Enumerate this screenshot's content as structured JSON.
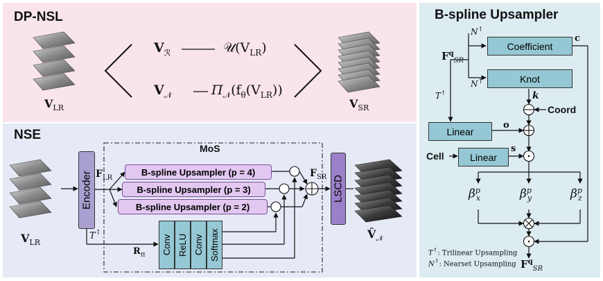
{
  "panels": {
    "dpnsl": "DP-NSL",
    "nse": "NSE",
    "bsp": "B-spline Upsampler",
    "mos": "MoS"
  },
  "dpnsl": {
    "eq_top_lhs": "V",
    "eq_top_lhs_sub": "ℛ",
    "eq_top_rhs": "𝒰(V",
    "eq_top_rhs_sub": "LR",
    "eq_top_rhs_close": ")",
    "eq_bot_lhs": "V",
    "eq_bot_lhs_sub": "𝒩",
    "eq_bot_rhs": "Π",
    "eq_bot_rhs_sub": "𝒩",
    "eq_bot_rhs_tail": "(f",
    "eq_bot_theta": "θ",
    "eq_bot_tail2": "(V",
    "eq_bot_tail2_sub": "LR",
    "eq_bot_close": "))",
    "vlr": "V",
    "vlr_sub": "LR",
    "vsr": "V",
    "vsr_sub": "SR"
  },
  "nse": {
    "encoder": "Encoder",
    "f_lr": "F",
    "f_lr_sub": "LR",
    "t_up": "T",
    "t_up_sup": "↑",
    "r_pi": "R",
    "r_pi_sub": "π",
    "upsamplers": [
      "B-spline Upsampler (p = 4)",
      "B-spline Upsampler (p = 3)",
      "B-spline Upsampler (p = 2)"
    ],
    "conv1": "Conv",
    "relu": "ReLU",
    "conv2": "Conv",
    "softmax": "Softmax",
    "f_sr": "F",
    "f_sr_sub": "SR",
    "lscd": "LSCD",
    "vlr": "V",
    "vlr_sub": "LR",
    "vhat": "V̂",
    "vhat_sub": "𝒩",
    "dot": "·",
    "plus": "+"
  },
  "bsp": {
    "coefficient": "Coefficient",
    "knot": "Knot",
    "linear1": "Linear",
    "linear2": "Linear",
    "n_up1": "N",
    "n_up2": "N",
    "up_sup": "↑",
    "c": "c",
    "k": "k",
    "coord": "Coord",
    "o": "o",
    "s": "s",
    "cell": "Cell",
    "fsr_q": "F",
    "fsr_q_sup": "q",
    "fsr_q_sub": "SR",
    "t_up": "T",
    "betas": [
      {
        "base": "β",
        "sup": "p",
        "sub": "x"
      },
      {
        "base": "β",
        "sup": "p",
        "sub": "y"
      },
      {
        "base": "β",
        "sup": "p",
        "sub": "z"
      }
    ],
    "legend_t": ": Trilinear Upsampling",
    "legend_t_sym": "T",
    "legend_n": ": Nearset Upsampling",
    "legend_n_sym": "N",
    "out": "F",
    "out_sup": "q",
    "out_sub": "SR"
  },
  "colors": {
    "dpnsl_bg": "#f8e4ea",
    "nse_bg": "#e6eaf6",
    "bsp_bg": "#dcecf0",
    "upsampler_fill": "#e2c8f0",
    "encoder_fill": "#a99fd0",
    "lscd_fill": "#9a80c8",
    "linear_fill": "#95c8d4"
  }
}
